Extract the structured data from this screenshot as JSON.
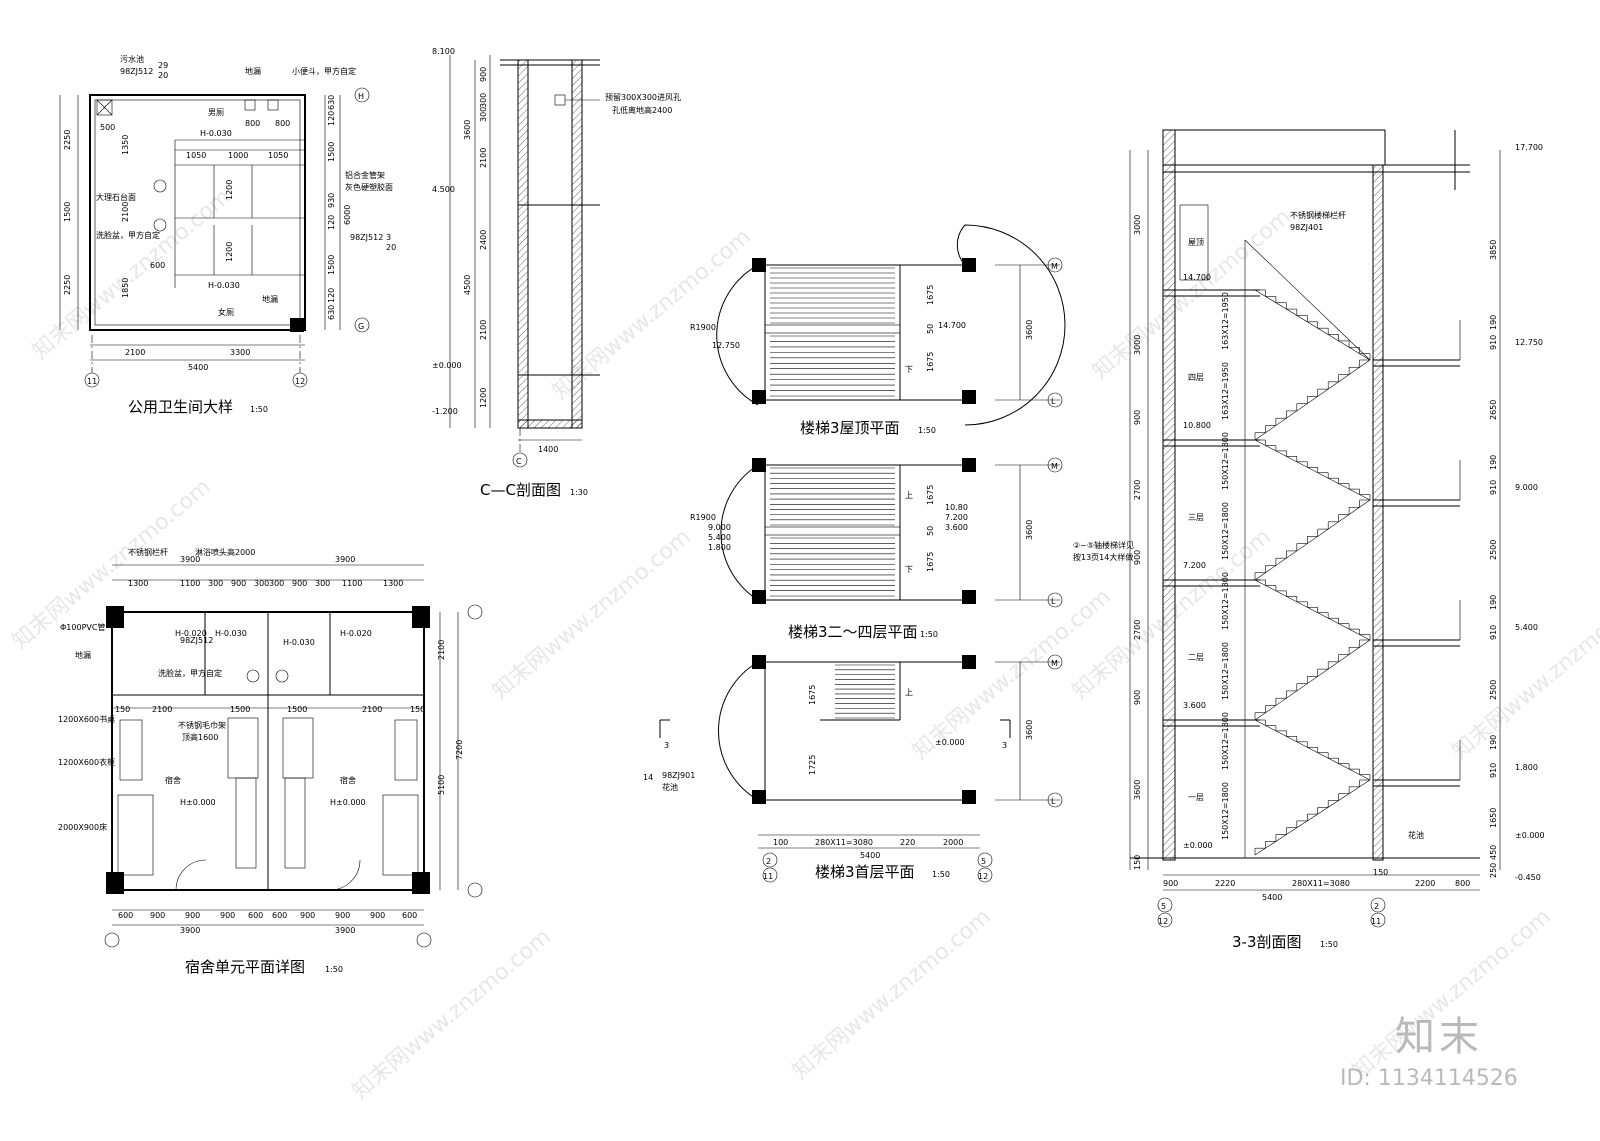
{
  "watermark": {
    "brand_large": "知末",
    "id_text": "ID: 1134114526",
    "repeat_text": "知末网www.znzmo.com"
  },
  "toilet_plan": {
    "title": "公用卫生间大样",
    "scale": "1:50",
    "labels": [
      "污水池",
      "地漏",
      "小便斗，甲方自定",
      "男厕",
      "大理石台面",
      "洗脸盆，甲方自定",
      "女厕",
      "地漏",
      "铝合金管架",
      "灰色硬塑胶面",
      "98ZJ512"
    ],
    "levels": [
      "H-0.030",
      "H-0.030"
    ],
    "top_dims": [
      "500",
      "800",
      "800"
    ],
    "mid_dims": [
      "1050",
      "1000",
      "1050"
    ],
    "bottom_dims": [
      "2100",
      "3300"
    ],
    "total": "5400",
    "left_dims": [
      "2250",
      "1500",
      "2250",
      "1350",
      "2100",
      "1850",
      "500",
      "600"
    ],
    "right_dims": [
      "630",
      "120",
      "1500",
      "930",
      "120",
      "1500",
      "120",
      "630",
      "6000"
    ],
    "inner_dims": [
      "1200",
      "1200"
    ],
    "axes": [
      "H",
      "G",
      "11",
      "12"
    ],
    "refs": [
      "29",
      "20",
      "3",
      "20"
    ]
  },
  "section_cc": {
    "title": "C—C剖面图",
    "scale": "1:30",
    "levels": [
      "8.100",
      "4.500",
      "±0.000",
      "-1.200"
    ],
    "dims": [
      "900",
      "300",
      "300",
      "3600",
      "2100",
      "2400",
      "4500",
      "2100",
      "1200"
    ],
    "width": "1400",
    "note": [
      "预留300X300进风孔",
      "孔低离地高2400"
    ],
    "axis": "C"
  },
  "stair_roof": {
    "title": "楼梯3屋顶平面",
    "scale": "1:50",
    "labels": [
      "R1900",
      "12.750",
      "14.700",
      "下"
    ],
    "dims": [
      "1675",
      "50",
      "1675",
      "3600"
    ],
    "axes": [
      "M",
      "L"
    ]
  },
  "stair_mid": {
    "title": "楼梯3二～四层平面",
    "scale": "1:50",
    "labels": [
      "R1900",
      "9.000",
      "5.400",
      "1.800",
      "10.80",
      "7.200",
      "3.600",
      "上",
      "下"
    ],
    "dims": [
      "1675",
      "50",
      "1675",
      "3600"
    ],
    "axes": [
      "M",
      "L"
    ]
  },
  "stair_ground": {
    "title": "楼梯3首层平面",
    "scale": "1:50",
    "labels": [
      "上",
      "±0.000",
      "3",
      "3",
      "98ZJ901",
      "花池",
      "14"
    ],
    "dims": [
      "100",
      "280X11=3080",
      "220",
      "2000",
      "5400",
      "1675",
      "1725",
      "3600"
    ],
    "axes": [
      "M",
      "L",
      "2",
      "11",
      "5",
      "12"
    ]
  },
  "dorm_plan": {
    "title": "宿舍单元平面详图",
    "scale": "1:50",
    "labels": [
      "不锈钢栏杆",
      "淋浴喷头高2000",
      "Φ100PVC管",
      "地漏",
      "洗脸盆，甲方自定",
      "1200X600书桌",
      "1200X600衣柜",
      "2000X900床",
      "不锈钢毛巾架",
      "顶高1600",
      "宿舍",
      "宿舍",
      "98ZJ512"
    ],
    "levels": [
      "H-0.020",
      "H-0.030",
      "H-0.030",
      "H-0.020",
      "H±0.000",
      "H±0.000"
    ],
    "top_dims": [
      "3900",
      "3900",
      "1300",
      "1100",
      "300",
      "900",
      "300",
      "300",
      "900",
      "300",
      "1100",
      "1300"
    ],
    "inner_dims": [
      "150",
      "2100",
      "1500",
      "1500",
      "2100",
      "150"
    ],
    "bottom_dims": [
      "600",
      "900",
      "900",
      "900",
      "600",
      "600",
      "900",
      "900",
      "900",
      "600"
    ],
    "bottom_totals": [
      "3900",
      "3900"
    ],
    "right_dims": [
      "2100",
      "5100",
      "7200"
    ]
  },
  "section_33": {
    "title": "3-3剖面图",
    "scale": "1:50",
    "levels_right": [
      "17.700",
      "12.750",
      "9.000",
      "5.400",
      "1.800",
      "±0.000",
      "-0.450"
    ],
    "levels_left": [
      "14.700",
      "10.800",
      "7.200",
      "3.600",
      "±0.000"
    ],
    "floors": [
      "屋顶",
      "四层",
      "三层",
      "二层",
      "一层"
    ],
    "flights": [
      "163X12=1950",
      "163X12=1950",
      "150X12=1800",
      "150X12=1800",
      "150X12=1800",
      "150X12=1800",
      "150X12=1800",
      "150X12=1800"
    ],
    "left_dims": [
      "3000",
      "3000",
      "900",
      "2700",
      "900",
      "2700",
      "900",
      "3600",
      "150"
    ],
    "right_dims": [
      "3850",
      "190",
      "910",
      "2650",
      "190",
      "910",
      "2500",
      "190",
      "910",
      "2500",
      "190",
      "910",
      "1650",
      "450",
      "250"
    ],
    "bottom_dims": [
      "900",
      "2220",
      "280X11=3080",
      "150",
      "2200",
      "800"
    ],
    "total": "5400",
    "notes": [
      "不锈钢楼梯栏杆",
      "98ZJ401",
      "花池",
      "②~⑤轴楼梯详见",
      "按13页14大样做"
    ],
    "axes": [
      "5",
      "12",
      "2",
      "11"
    ]
  }
}
